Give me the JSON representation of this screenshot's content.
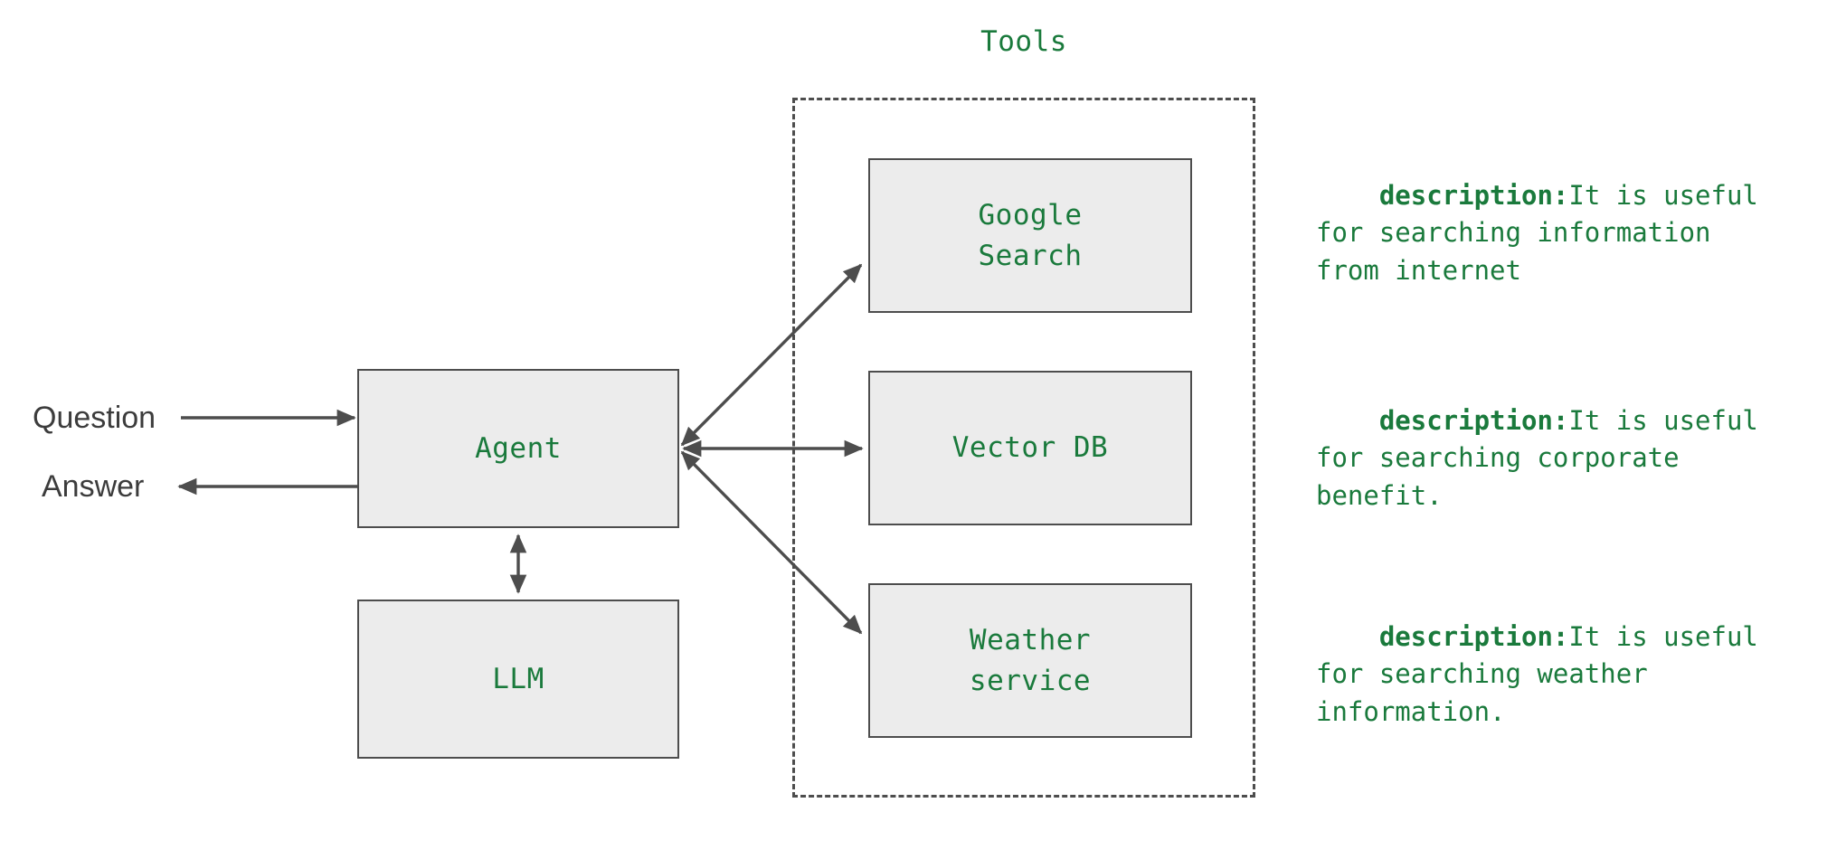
{
  "diagram": {
    "title": "LLM Agent with Tools architecture diagram",
    "colors": {
      "node_fill": "#ececec",
      "node_border": "#4d4d4d",
      "label_green": "#1a7a3c",
      "io_text": "#3c3c3c",
      "arrow": "#4d4d4d",
      "background": "#ffffff"
    }
  },
  "io": {
    "question_label": "Question",
    "answer_label": "Answer"
  },
  "nodes": {
    "agent": {
      "label": "Agent"
    },
    "llm": {
      "label": "LLM"
    }
  },
  "tools_group": {
    "title": "Tools",
    "tools": [
      {
        "label": "Google\nSearch"
      },
      {
        "label": "Vector DB"
      },
      {
        "label": "Weather\nservice"
      }
    ]
  },
  "descriptions": [
    {
      "key": "description:",
      "text": "It is useful for searching information from internet"
    },
    {
      "key": "description:",
      "text": "It is useful for searching corporate benefit."
    },
    {
      "key": "description:",
      "text": "It is useful for searching weather information."
    }
  ]
}
